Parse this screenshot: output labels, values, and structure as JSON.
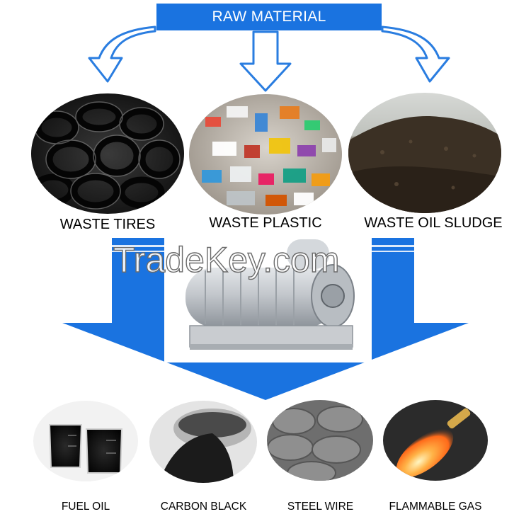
{
  "header": {
    "title": "RAW MATERIAL"
  },
  "inputs": [
    {
      "label": "WASTE TIRES"
    },
    {
      "label": "WASTE PLASTIC"
    },
    {
      "label": "WASTE OIL SLUDGE"
    }
  ],
  "outputs": [
    {
      "label": "FUEL OIL"
    },
    {
      "label": "CARBON BLACK"
    },
    {
      "label": "STEEL WIRE"
    },
    {
      "label": "FLAMMABLE GAS"
    }
  ],
  "watermark": "TradeKey.com",
  "colors": {
    "accent": "#1a73e0",
    "arrow_blue": "#1a73e0",
    "outline_arrow": "#2a7de0"
  }
}
